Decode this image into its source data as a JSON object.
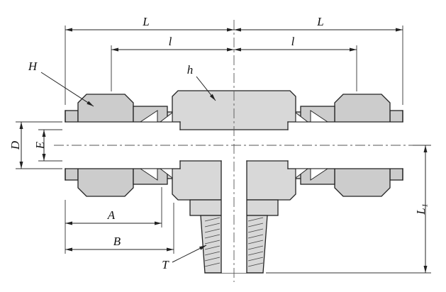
{
  "drawing": {
    "dimension_labels": {
      "L_left": "L",
      "L_right": "L",
      "l_left": "l",
      "l_right": "l",
      "H": "H",
      "h": "h",
      "D": "D",
      "E": "E",
      "A": "A",
      "B": "B",
      "T": "T",
      "L1": "L₁"
    },
    "colors": {
      "background": "#ffffff",
      "line": "#222222",
      "nut_fill": "#cccccc",
      "body_fill": "#d8d8d8"
    }
  }
}
